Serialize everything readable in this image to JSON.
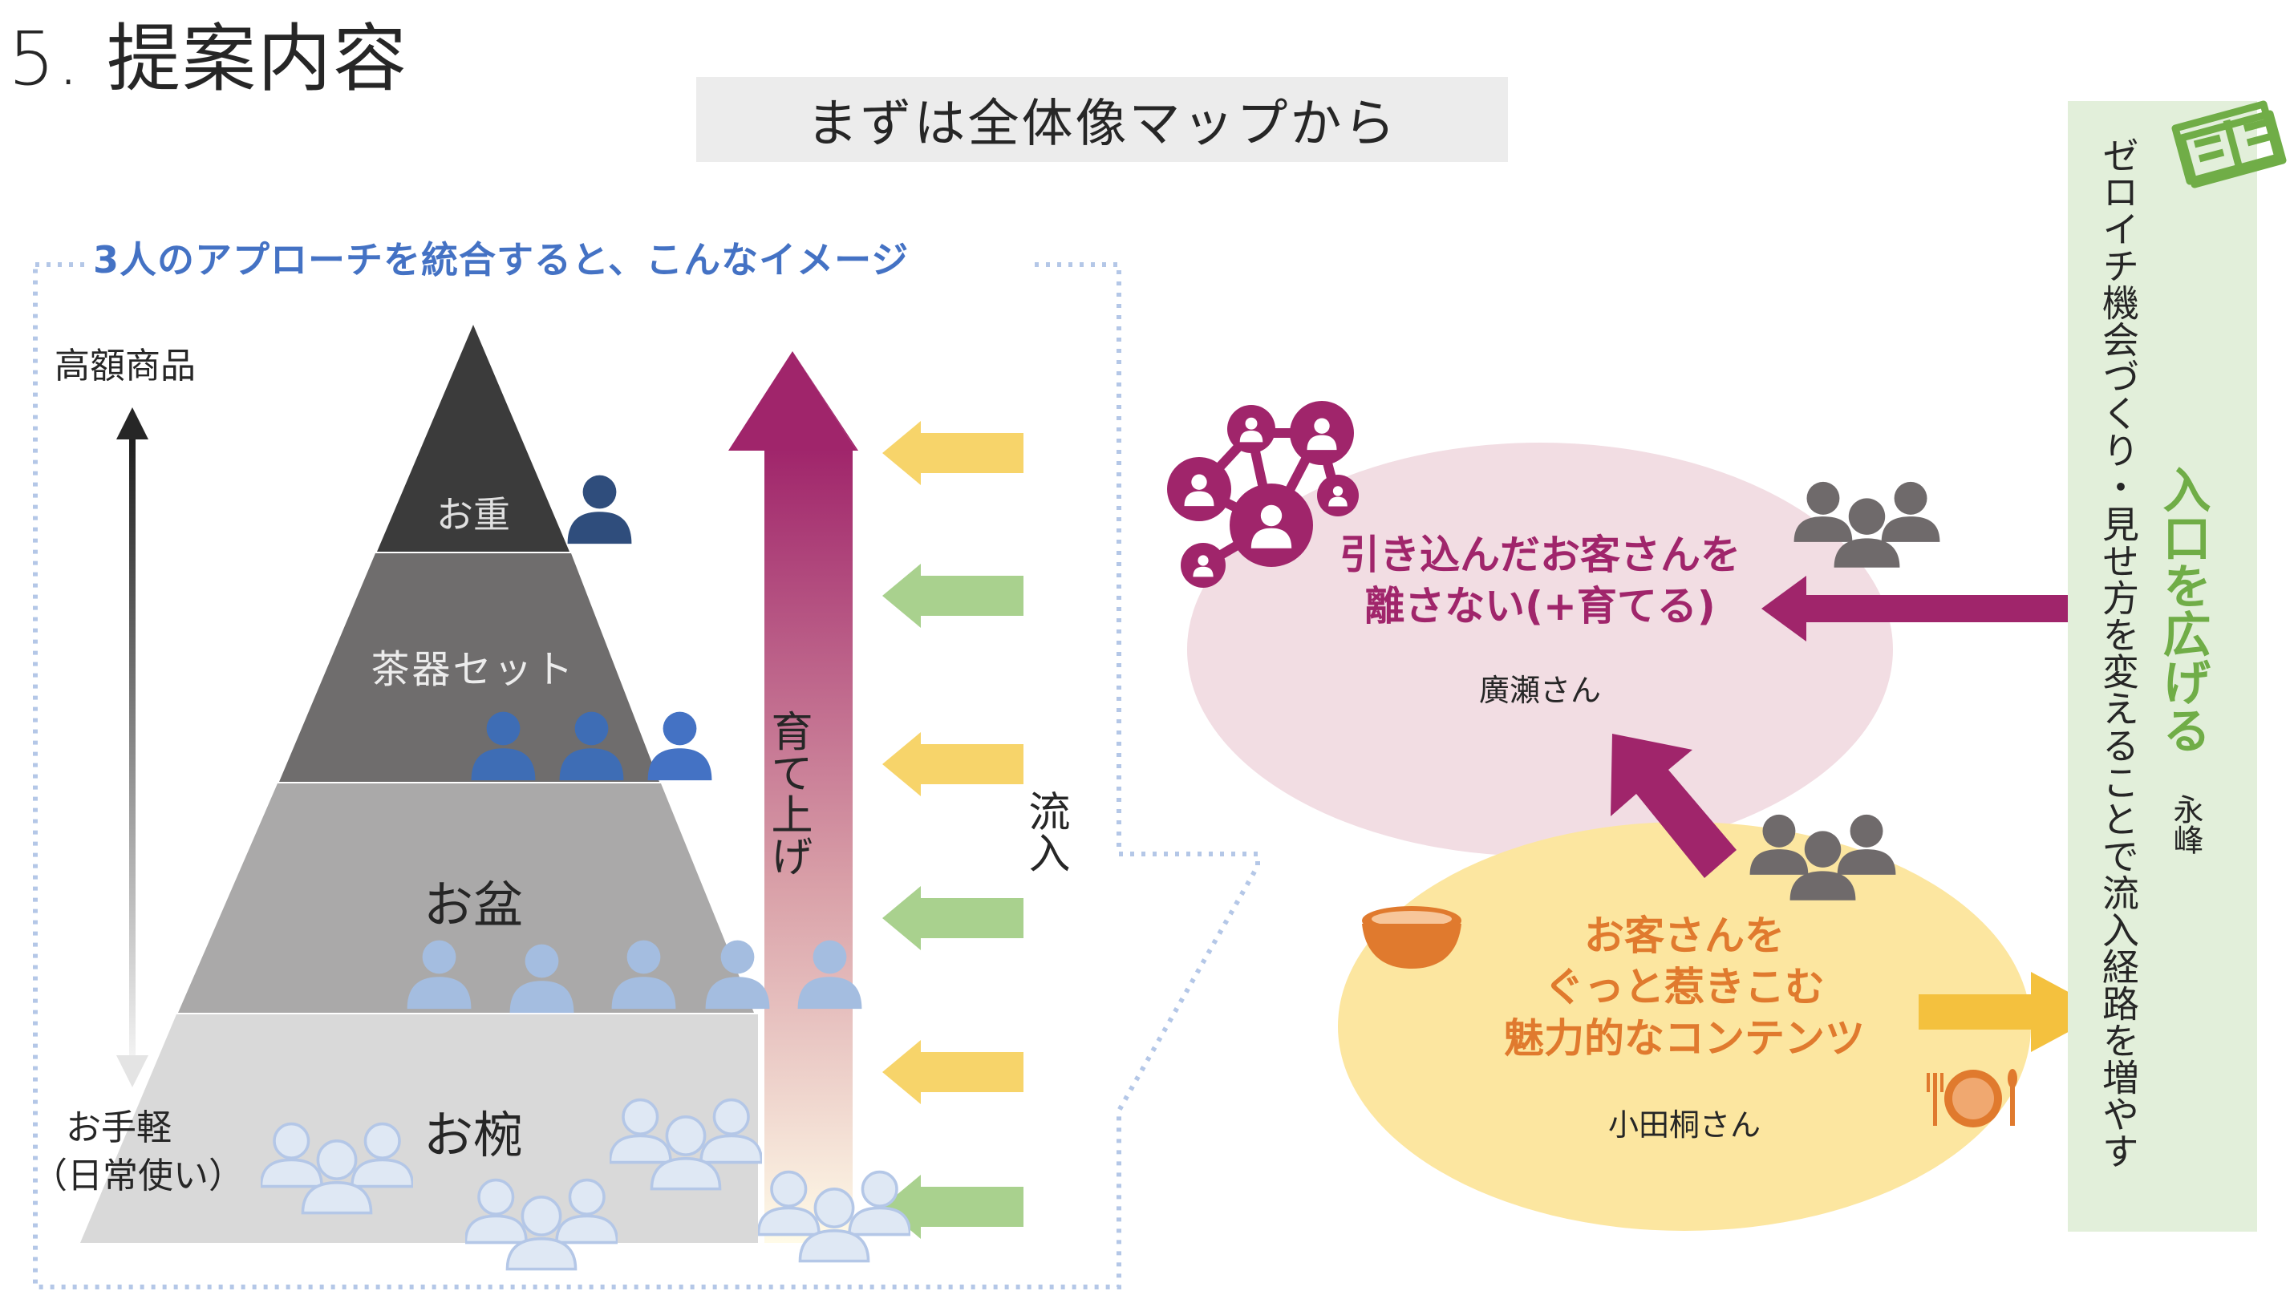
{
  "title": "5. 提案内容",
  "subtitle": "まずは全体像マップから",
  "caption": "3人のアプローチを統合すると、こんなイメージ",
  "axis": {
    "top": "高額商品",
    "bottom": [
      "お手軽",
      "（日常使い）"
    ]
  },
  "pyramid": {
    "tier1": "お重",
    "tier2": "茶器セット",
    "tier3": "お盆",
    "tier4": "お椀"
  },
  "grow_label": "育て上げ",
  "inflow_label": "流入",
  "retain": {
    "line1": "引き込んだお客さんを",
    "line2": "離さない(+育てる)",
    "owner": "廣瀬さん"
  },
  "attract": {
    "line1": "お客さんを",
    "line2": "ぐっと惹きこむ",
    "line3": "魅力的なコンテンツ",
    "owner": "小田桐さん"
  },
  "expand": {
    "heading": "入口を広げる",
    "body": "ゼロイチ機会づくり・見せ方を変えることで流入経路を増やす",
    "owner": "永峰"
  },
  "colors": {
    "caption_blue": "#4472c4",
    "purple": "#a0256b",
    "orange": "#e07a2e",
    "green": "#70ad47",
    "yellow_arrow": "#f7d46a",
    "green_arrow": "#a9d18e",
    "pink_ellipse": "#f2dde3",
    "yellow_ellipse": "#fce6a0",
    "green_panel": "#e2efda",
    "tier1": "#3b3b3b",
    "tier2": "#6f6d6d",
    "tier3": "#aaa9a9",
    "tier4": "#d9d9d9"
  },
  "icons": [
    "person-icon",
    "group-icon",
    "network-icon",
    "book-icon",
    "bowl-icon",
    "plate-icon"
  ]
}
